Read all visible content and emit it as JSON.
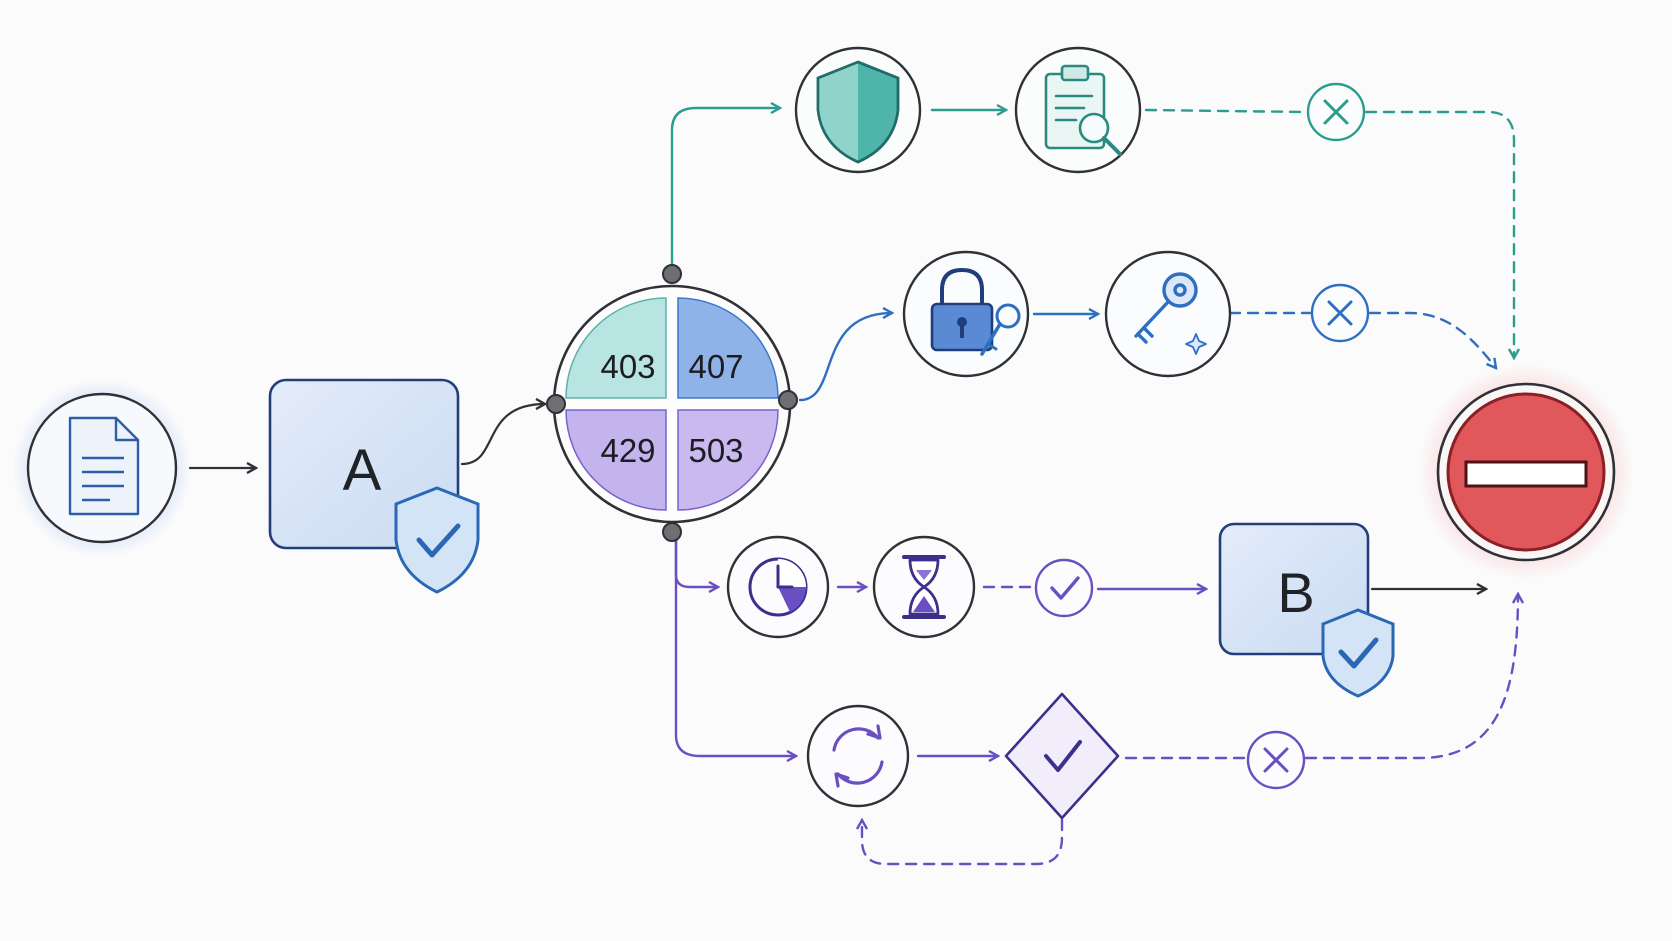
{
  "colors": {
    "ink": "#2f3136",
    "teal": "#2a9d8f",
    "blue": "#2f6fc0",
    "purple": "#6a4fc2",
    "red": "#e0575c",
    "box_fill": "#dbe6f7"
  },
  "nodes": {
    "start": {
      "icon": "document-icon"
    },
    "box_a": {
      "label": "A",
      "badge_icon": "shield-check-icon"
    },
    "status_hub": {
      "codes": [
        "403",
        "407",
        "429",
        "503"
      ]
    },
    "branch_403": {
      "icons": [
        "shield-icon",
        "clipboard-search-icon",
        "x-circle-icon"
      ]
    },
    "branch_407": {
      "icons": [
        "padlock-key-icon",
        "key-icon",
        "x-circle-icon"
      ]
    },
    "branch_429": {
      "icons": [
        "clock-icon",
        "hourglass-icon",
        "check-circle-icon"
      ]
    },
    "box_b": {
      "label": "B",
      "badge_icon": "shield-check-icon"
    },
    "branch_503": {
      "icons": [
        "refresh-icon",
        "check-diamond-icon",
        "x-circle-icon"
      ]
    },
    "end": {
      "icon": "no-entry-icon"
    }
  }
}
